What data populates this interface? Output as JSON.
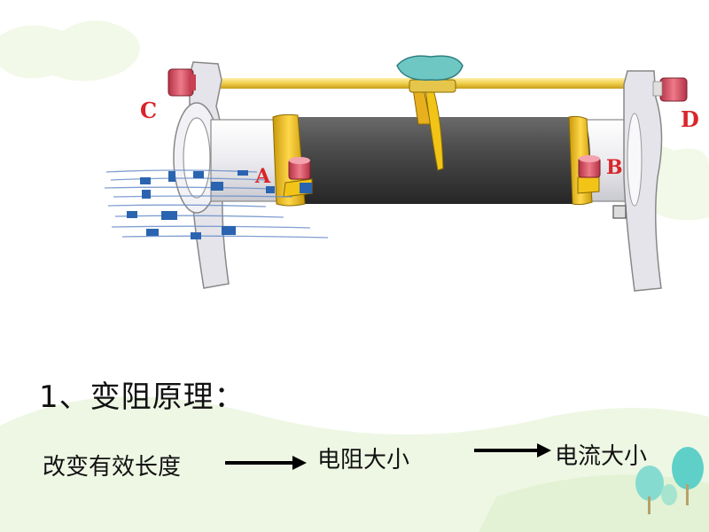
{
  "labels": {
    "c": "C",
    "d": "D",
    "a": "A",
    "b": "B"
  },
  "heading": "1、变阻原理：",
  "flow": [
    "改变有效长度",
    "电阻大小",
    "电流大小"
  ],
  "colors": {
    "rod": "#f0d35a",
    "coil": "#4a4a4a",
    "ring": "#f2c418",
    "terminal": "#d94a5a",
    "slider_top": "#6fc7c4",
    "stand": "#e8e8ee",
    "label": "#d8262b",
    "bg_cloud": "#f2f8e6",
    "bg_hill": "#e7f4dc",
    "tree": "#5fd0c8"
  }
}
